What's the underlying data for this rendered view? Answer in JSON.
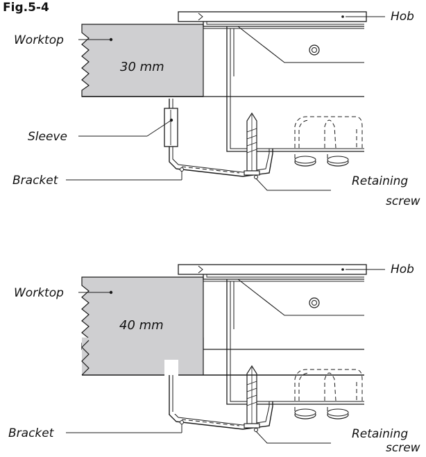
{
  "figure_label": "Fig.5-4",
  "diagrams": [
    {
      "id": "top",
      "thickness_label": "30 mm",
      "labels": {
        "worktop": "Worktop",
        "hob": "Hob",
        "sleeve": "Sleeve",
        "bracket": "Bracket",
        "retaining_line1": "Retaining",
        "retaining_line2": "screw"
      }
    },
    {
      "id": "bottom",
      "thickness_label": "40 mm",
      "labels": {
        "worktop": "Worktop",
        "hob": "Hob",
        "bracket": "Bracket",
        "retaining_line1": "Retaining",
        "retaining_line2": "screw"
      }
    }
  ],
  "colors": {
    "worktop_fill": "#cfcfd1",
    "line": "#1a1a1a",
    "background": "#ffffff"
  }
}
